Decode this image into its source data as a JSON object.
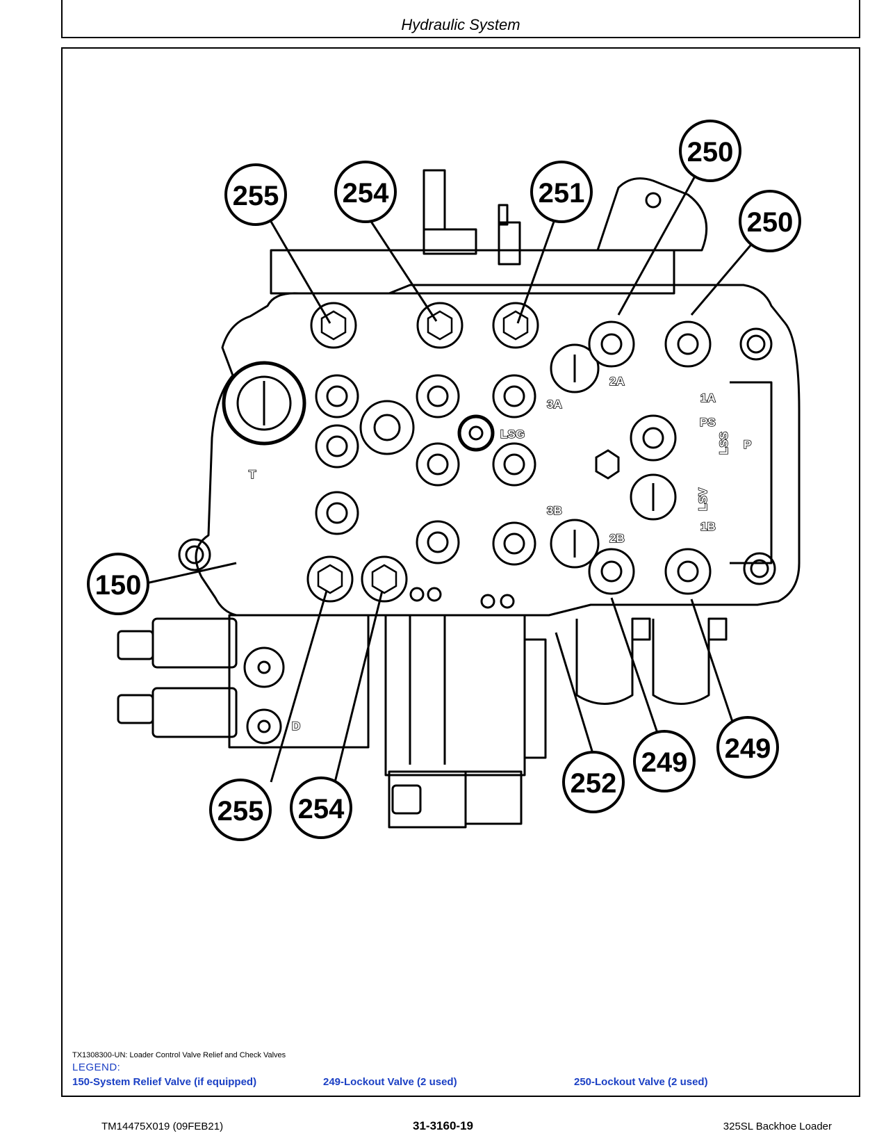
{
  "header": {
    "title": "Hydraulic System"
  },
  "figure": {
    "caption": "TX1308300-UN: Loader Control Valve Relief and Check Valves",
    "callouts": {
      "c255a": "255",
      "c254a": "254",
      "c251": "251",
      "c250a": "250",
      "c250b": "250",
      "c150": "150",
      "c255b": "255",
      "c254b": "254",
      "c252": "252",
      "c249a": "249",
      "c249b": "249"
    },
    "port_labels": {
      "p2a": "2A",
      "p3a": "3A",
      "p1a": "1A",
      "pps": "PS",
      "plss": "LSS",
      "plsg": "LSG",
      "pp": "P",
      "plsv": "LSV",
      "p1b": "1B",
      "p3b": "3B",
      "p2b": "2B",
      "pt": "T",
      "pd": "D"
    }
  },
  "legend": {
    "title": "LEGEND:",
    "items": [
      "150-System Relief Valve (if equipped)",
      "249-Lockout Valve (2 used)",
      "250-Lockout Valve (2 used)"
    ]
  },
  "footer": {
    "left": "TM14475X019 (09FEB21)",
    "center": "31-3160-19",
    "right": "325SL Backhoe Loader"
  }
}
